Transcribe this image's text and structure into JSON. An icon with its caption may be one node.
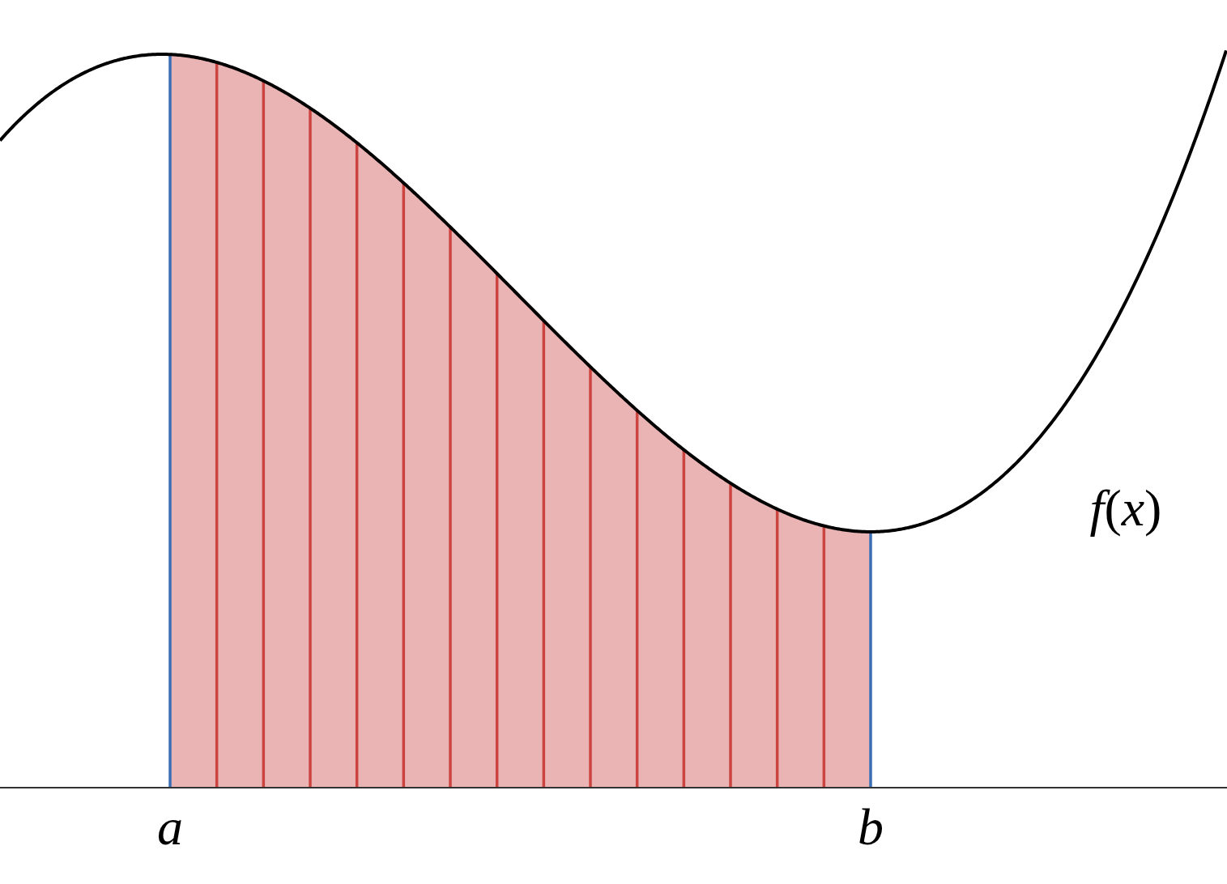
{
  "diagram": {
    "labels": [
      "*a*",
      "*b*",
      "*f*(*x*)"
    ]
  }
}
